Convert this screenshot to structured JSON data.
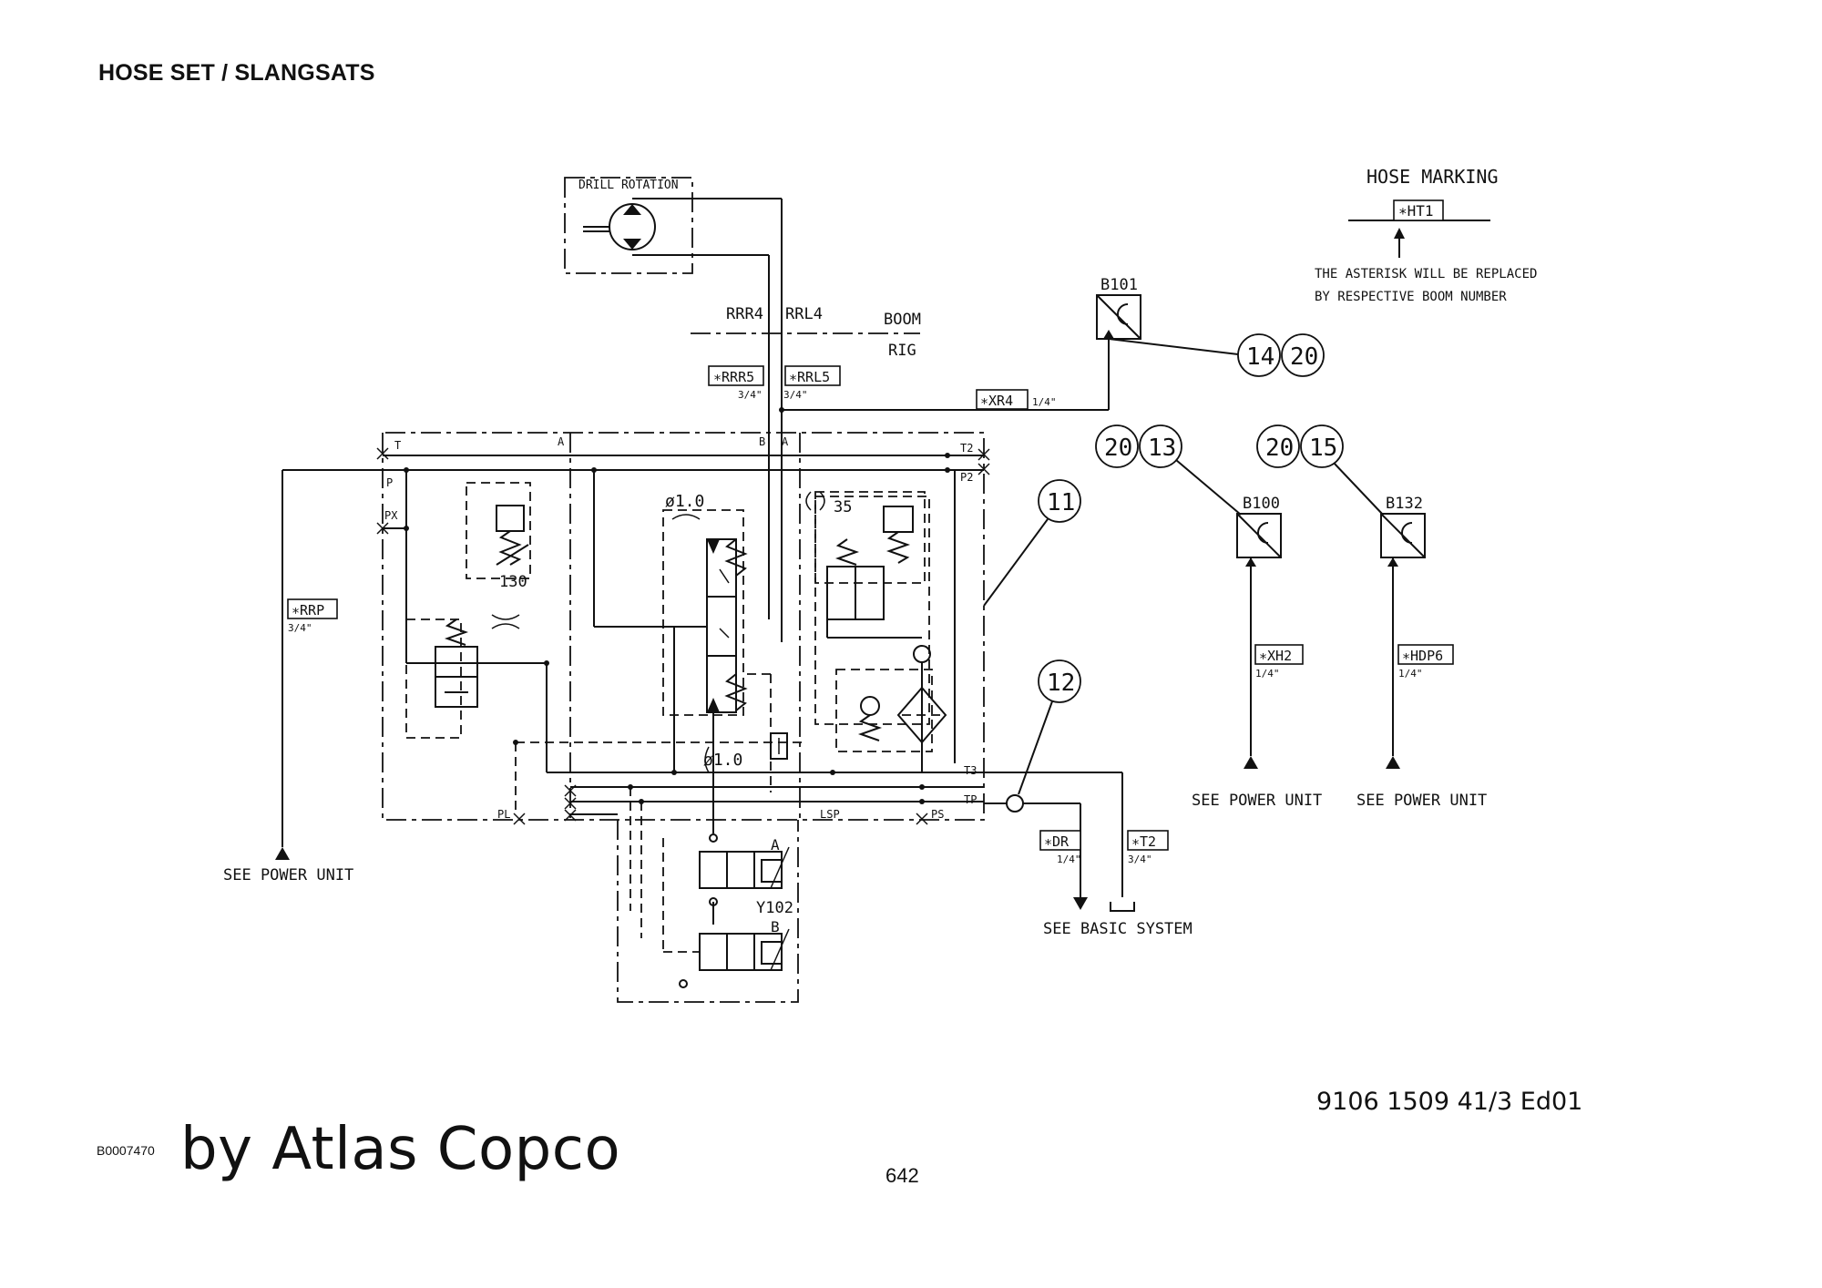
{
  "header": {
    "title": "HOSE SET / SLANGSATS"
  },
  "footer": {
    "document_number": "9106 1509 41/3  Ed01",
    "figure_id": "B0007470",
    "brand": "by Atlas Copco",
    "page_number": "642"
  },
  "legend": {
    "title": "HOSE MARKING",
    "tag": "∗HT1",
    "note_line1": "THE ASTERISK WILL BE REPLACED",
    "note_line2": "BY RESPECTIVE BOOM NUMBER"
  },
  "labels": {
    "drill_rotation": "DRILL ROTATION",
    "rrr4": "RRR4",
    "rrl4": "RRL4",
    "boom": "BOOM",
    "rig": "RIG",
    "see_power_unit": "SEE POWER UNIT",
    "see_basic_system": "SEE BASIC SYSTEM",
    "port_t": "T",
    "port_p": "P",
    "port_px": "PX",
    "port_a1": "A",
    "port_b": "B",
    "port_a2": "A",
    "port_t2": "T2",
    "port_p2": "P2",
    "port_t3": "T3",
    "port_tp": "TP",
    "port_pl": "PL",
    "port_lsp": "LSP",
    "port_ps": "PS",
    "orifice_top": "ø1.0",
    "orifice_bottom": "ø1.0",
    "valve_130": "130",
    "valve_35": "35",
    "solenoid": "Y102",
    "sol_a": "A",
    "sol_b": "B"
  },
  "hoses": {
    "rrr5": {
      "tag": "∗RRR5",
      "size": "3/4\""
    },
    "rrl5": {
      "tag": "∗RRL5",
      "size": "3/4\""
    },
    "xr4": {
      "tag": "∗XR4",
      "size": "1/4\""
    },
    "rrp": {
      "tag": "∗RRP",
      "size": "3/4\""
    },
    "xh2": {
      "tag": "∗XH2",
      "size": "1/4\""
    },
    "hdp6": {
      "tag": "∗HDP6",
      "size": "1/4\""
    },
    "dr": {
      "tag": "∗DR",
      "size": "1/4\""
    },
    "t2": {
      "tag": "∗T2",
      "size": "3/4\""
    }
  },
  "sensors": {
    "b101": "B101",
    "b100": "B100",
    "b132": "B132"
  },
  "references": {
    "b101_a": "14",
    "b101_b": "20",
    "b100_a": "20",
    "b100_b": "13",
    "b132_a": "20",
    "b132_b": "15",
    "callout_11": "11",
    "callout_12": "12"
  }
}
